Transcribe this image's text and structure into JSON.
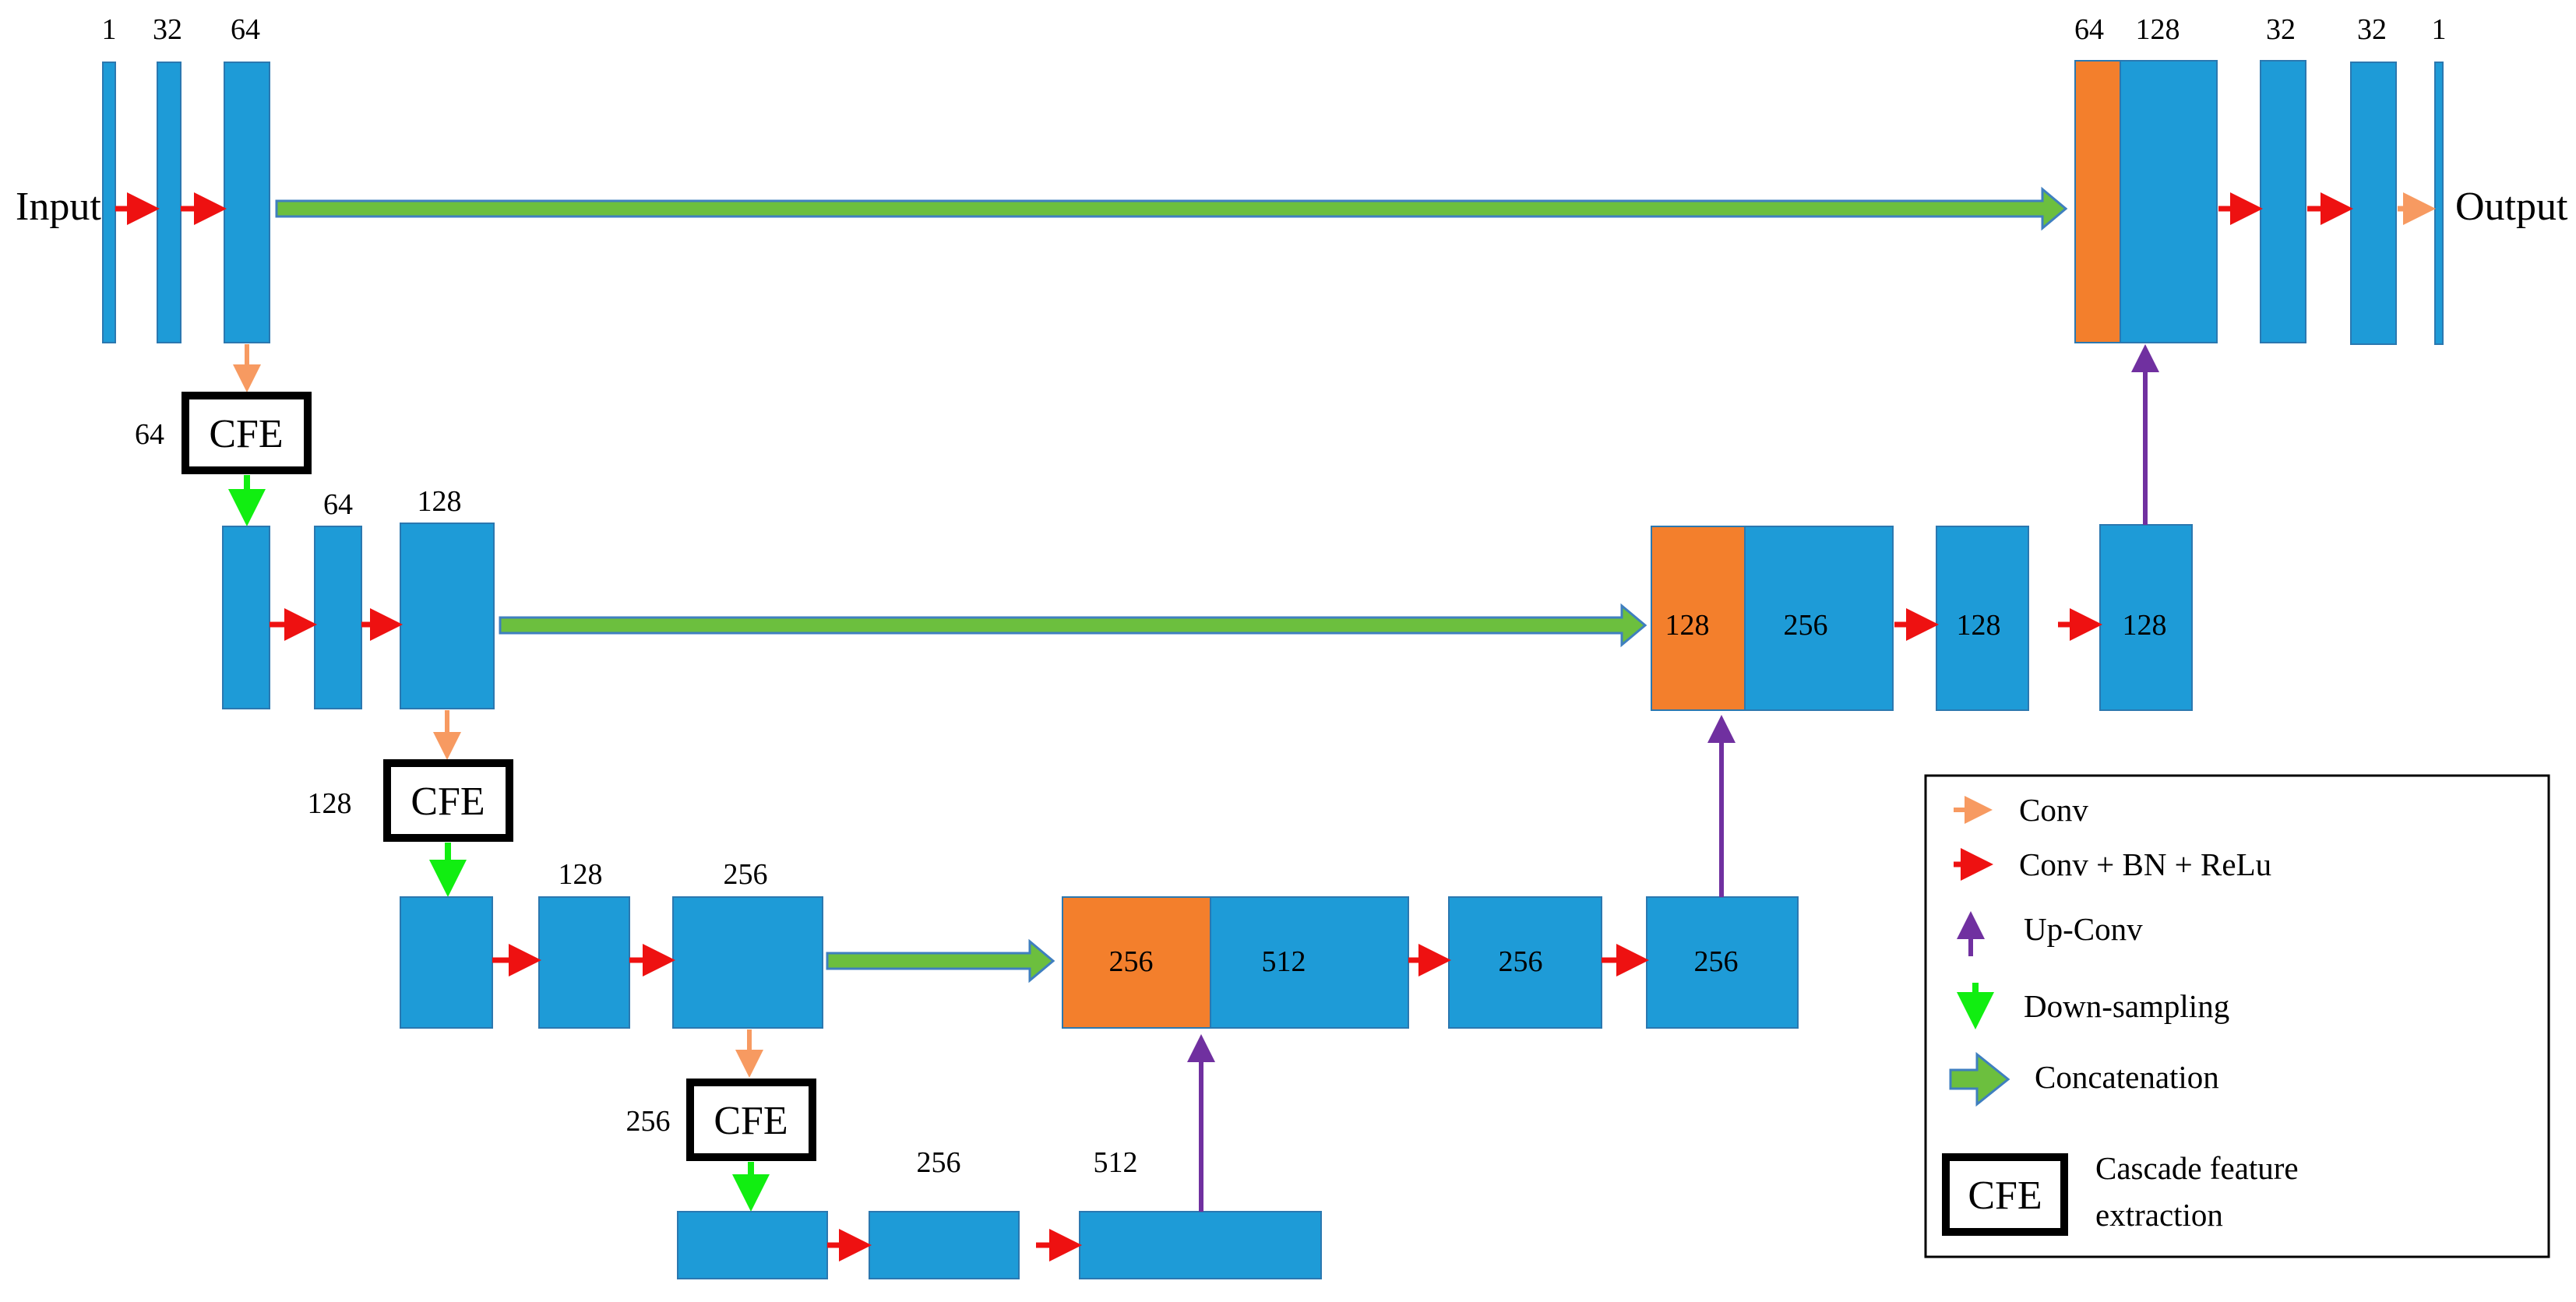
{
  "labels": {
    "input": "Input",
    "output": "Output",
    "cfe": "CFE",
    "enc0": [
      "1",
      "32",
      "64"
    ],
    "enc1": [
      "64",
      "128"
    ],
    "enc2": [
      "128",
      "256"
    ],
    "enc3": [
      "256",
      "512"
    ],
    "cfe_side": [
      "64",
      "128",
      "256"
    ],
    "dec2": [
      "256",
      "512",
      "256",
      "256"
    ],
    "dec1": [
      "128",
      "256",
      "128",
      "128"
    ],
    "dec0": [
      "64",
      "128",
      "32",
      "32",
      "1"
    ]
  },
  "legend": {
    "conv": "Conv",
    "conv_bn_relu": "Conv + BN + ReLu",
    "up_conv": "Up-Conv",
    "down_sampling": "Down-sampling",
    "concatenation": "Concatenation",
    "cfe_line1": "Cascade feature",
    "cfe_line2": "extraction"
  },
  "colors": {
    "block": "#1e9bd7",
    "concat_part": "#f37f2c",
    "conv_arrow": "#f79a61",
    "cbr_arrow": "#ee1111",
    "up_arrow": "#7030a0",
    "down_arrow": "#11ee11",
    "concat_arrow": "#6cbf3e"
  }
}
